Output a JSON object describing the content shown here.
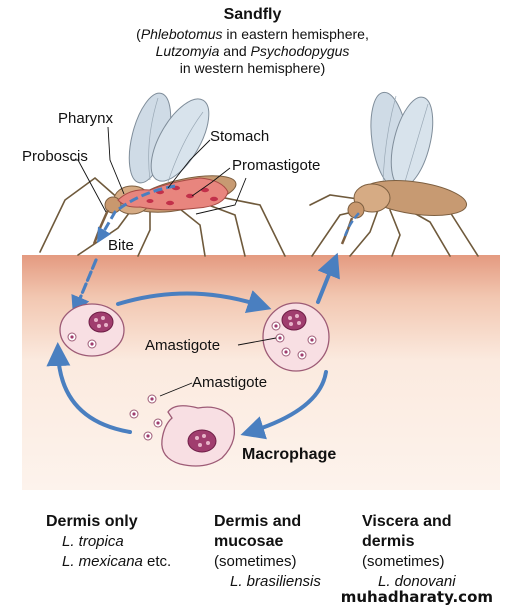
{
  "title": "Sandfly",
  "subtitle": {
    "line1_open": "(",
    "line1_genus": "Phlebotomus",
    "line1_rest": " in eastern hemisphere,",
    "line2_genus_a": "Lutzomyia",
    "line2_and": " and ",
    "line2_genus_b": "Psychodopygus",
    "line3": "in western hemisphere)"
  },
  "labels": {
    "pharynx": "Pharynx",
    "proboscis": "Proboscis",
    "stomach": "Stomach",
    "promastigote": "Promastigote",
    "bite": "Bite",
    "amastigote_1": "Amastigote",
    "amastigote_2": "Amastigote",
    "macrophage": "Macrophage"
  },
  "columns": [
    {
      "heading_1": "Dermis only",
      "heading_2": "",
      "note": "",
      "species_1": "L. tropica",
      "species_2_italic": "L. mexicana",
      "species_2_rest": " etc."
    },
    {
      "heading_1": "Dermis and",
      "heading_2": "mucosae",
      "note": "(sometimes)",
      "species_1": "L. brasiliensis"
    },
    {
      "heading_1": "Viscera and",
      "heading_2": "dermis",
      "note": "(sometimes)",
      "species_1": "L. donovani"
    }
  ],
  "watermark": "muhadharaty.com",
  "colors": {
    "skin_top": "#e9a58d",
    "tissue": "#fbeadf",
    "arrow": "#4a7fc0",
    "cell_fill": "#f8dfe3",
    "nucleus": "#a03d6e",
    "fly_body": "#c79a72",
    "wing": "#cfdbe6",
    "leg": "#6f5a3c",
    "gut": "#e8857e"
  }
}
